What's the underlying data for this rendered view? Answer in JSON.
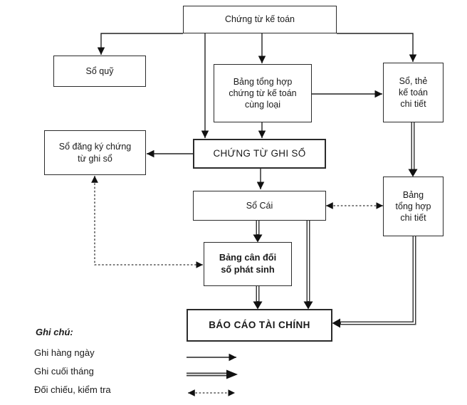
{
  "diagram": {
    "nodes": {
      "chung_tu_ke_toan": {
        "label": "Chứng từ kế toán"
      },
      "so_quy": {
        "label": "Sổ quỹ"
      },
      "bang_tong_hop_ctkt": {
        "label": "Bảng tổng hợp\nchứng từ kế toán\ncùng loại"
      },
      "so_the_ke_toan": {
        "label": "Sổ, thẻ\nkế toán\nchi tiết"
      },
      "so_dang_ky": {
        "label": "Sổ đăng ký chứng\ntừ ghi sổ"
      },
      "chung_tu_ghi_so": {
        "label": "CHỨNG TỪ GHI SỔ"
      },
      "so_cai": {
        "label": "Sổ Cái"
      },
      "bang_tong_hop_chi_tiet": {
        "label": "Bảng\ntổng hợp\nchi tiết"
      },
      "bang_can_doi": {
        "label": "Bảng cân đối\nsố phát sinh"
      },
      "bao_cao_tai_chinh": {
        "label": "BÁO CÁO TÀI CHÍNH"
      }
    },
    "legend": {
      "heading": "Ghi chú:",
      "items": [
        {
          "label": "Ghi hàng ngày",
          "style": "solid-thin-arrow"
        },
        {
          "label": "Ghi cuối tháng",
          "style": "solid-thick-arrow"
        },
        {
          "label": "Đối chiếu, kiểm tra",
          "style": "dashed-double-arrow"
        }
      ]
    },
    "colors": {
      "line": "#222222",
      "thick_line": "#3d3d3d",
      "arrowhead": "#111111",
      "background": "#ffffff",
      "text": "#1a1a1a"
    }
  }
}
